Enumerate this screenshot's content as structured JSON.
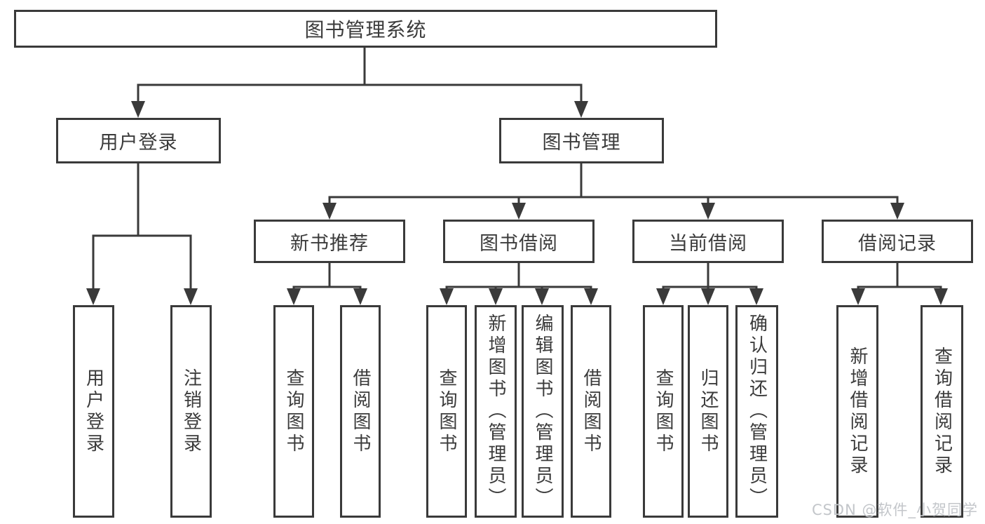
{
  "colors": {
    "line": "#3a3a3a",
    "border": "#3a3a3a",
    "text": "#3b3b3b",
    "background": "#ffffff",
    "watermark": "#c3c6ca"
  },
  "watermark": {
    "text": "CSDN @软件_小贺同学"
  },
  "tree": {
    "label": "图书管理系统",
    "children": [
      {
        "label": "用户登录",
        "children": [
          {
            "label": "用户登录"
          },
          {
            "label": "注销登录"
          }
        ]
      },
      {
        "label": "图书管理",
        "children": [
          {
            "label": "新书推荐",
            "children": [
              {
                "label": "查询图书"
              },
              {
                "label": "借阅图书"
              }
            ]
          },
          {
            "label": "图书借阅",
            "children": [
              {
                "label": "查询图书"
              },
              {
                "label": "新增图书（管理员）"
              },
              {
                "label": "编辑图书（管理员）"
              },
              {
                "label": "借阅图书"
              }
            ]
          },
          {
            "label": "当前借阅",
            "children": [
              {
                "label": "查询图书"
              },
              {
                "label": "归还图书"
              },
              {
                "label": "确认归还（管理员）"
              }
            ]
          },
          {
            "label": "借阅记录",
            "children": [
              {
                "label": "新增借阅记录"
              },
              {
                "label": "查询借阅记录"
              }
            ]
          }
        ]
      }
    ]
  }
}
